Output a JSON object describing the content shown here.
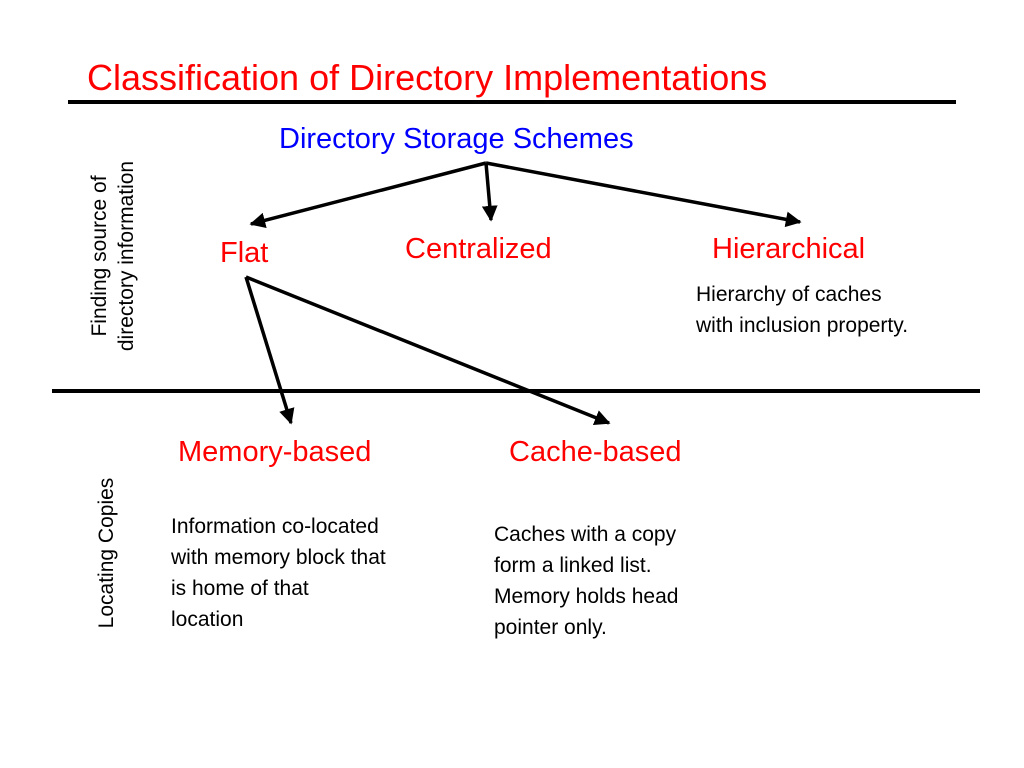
{
  "title": "Classification of Directory Implementations",
  "side_labels": {
    "finding": "Finding source of\ndirectory information",
    "locating": "Locating Copies"
  },
  "root": {
    "label": "Directory Storage Schemes",
    "color": "#0000ff"
  },
  "level1": {
    "flat": "Flat",
    "centralized": "Centralized",
    "hierarchical": "Hierarchical",
    "hierarchical_desc": "Hierarchy of caches\nwith inclusion property.",
    "color": "#ff0000"
  },
  "level2": {
    "memory_based": "Memory-based",
    "memory_based_desc": "Information co-located\nwith memory block that\nis home of that\nlocation",
    "cache_based": "Cache-based",
    "cache_based_desc": "Caches with a copy\nform a linked list.\nMemory holds head\npointer only."
  }
}
